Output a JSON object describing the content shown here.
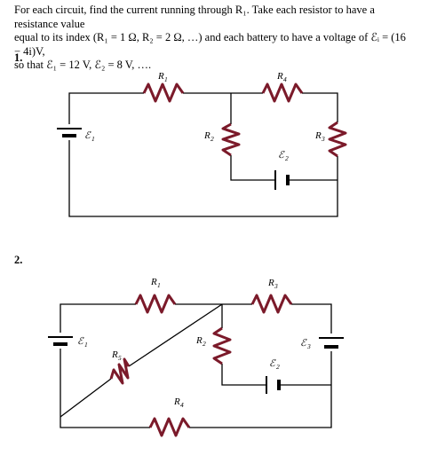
{
  "problem": {
    "line1": "For each circuit, find the current running through R₁. Take each resistor to have a resistance value",
    "line2": "equal to its index (R₁ = 1 Ω, R₂ = 2 Ω, …) and each battery to have a voltage of ℰᵢ = (16 − 4i)V,",
    "line3": "so that ℰ₁ = 12 V, ℰ₂ = 8 V, …."
  },
  "circuit1": {
    "number": "1.",
    "labels": {
      "R1": "R",
      "R1s": "1",
      "R2": "R",
      "R2s": "2",
      "R3": "R",
      "R3s": "3",
      "R4": "R",
      "R4s": "4",
      "E1": "ℰ",
      "E1s": "1",
      "E2": "ℰ",
      "E2s": "2"
    }
  },
  "circuit2": {
    "number": "2.",
    "labels": {
      "R1": "R",
      "R1s": "1",
      "R2": "R",
      "R2s": "2",
      "R3": "R",
      "R3s": "3",
      "R4": "R",
      "R4s": "4",
      "R5": "R",
      "R5s": "5",
      "E1": "ℰ",
      "E1s": "1",
      "E2": "ℰ",
      "E2s": "2",
      "E3": "ℰ",
      "E3s": "3"
    }
  },
  "colors": {
    "resistor": "#7b1a2a",
    "wire": "#000000"
  }
}
